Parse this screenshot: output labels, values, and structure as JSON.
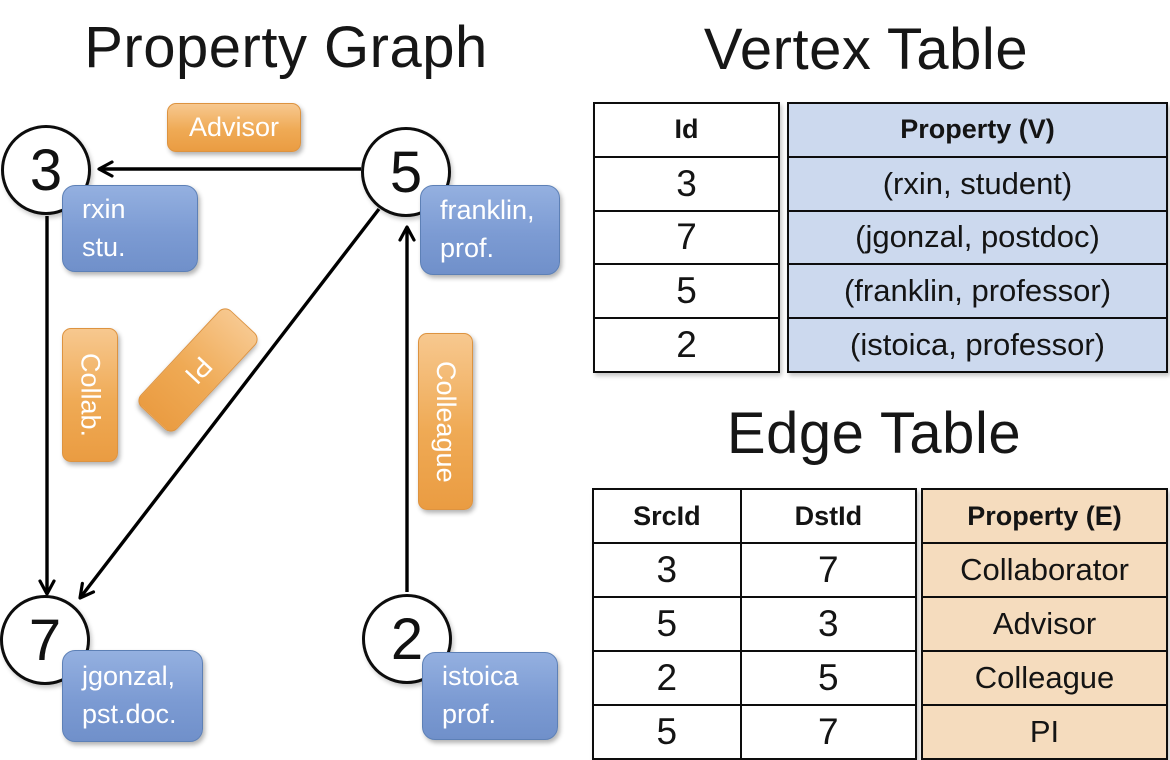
{
  "titles": {
    "graph": "Property Graph",
    "vertex_table": "Vertex Table",
    "edge_table": "Edge Table"
  },
  "graph": {
    "nodes": [
      {
        "id": "3",
        "prop_line1": "rxin",
        "prop_line2": "stu."
      },
      {
        "id": "5",
        "prop_line1": "franklin,",
        "prop_line2": "prof."
      },
      {
        "id": "7",
        "prop_line1": "jgonzal,",
        "prop_line2": "pst.doc."
      },
      {
        "id": "2",
        "prop_line1": "istoica",
        "prop_line2": "prof."
      }
    ],
    "edge_labels": {
      "advisor": "Advisor",
      "collab": "Collab.",
      "pi": "PI",
      "colleague": "Colleague"
    },
    "edges": [
      {
        "src": "5",
        "dst": "3",
        "label": "Advisor"
      },
      {
        "src": "3",
        "dst": "7",
        "label": "Collab."
      },
      {
        "src": "5",
        "dst": "7",
        "label": "PI"
      },
      {
        "src": "2",
        "dst": "5",
        "label": "Colleague"
      }
    ]
  },
  "vertex_table": {
    "headers": {
      "id": "Id",
      "property": "Property (V)"
    },
    "rows": [
      {
        "id": "3",
        "property": "(rxin, student)"
      },
      {
        "id": "7",
        "property": "(jgonzal, postdoc)"
      },
      {
        "id": "5",
        "property": "(franklin, professor)"
      },
      {
        "id": "2",
        "property": "(istoica, professor)"
      }
    ]
  },
  "edge_table": {
    "headers": {
      "src": "SrcId",
      "dst": "DstId",
      "property": "Property (E)"
    },
    "rows": [
      {
        "src": "3",
        "dst": "7",
        "property": "Collaborator"
      },
      {
        "src": "5",
        "dst": "3",
        "property": "Advisor"
      },
      {
        "src": "2",
        "dst": "5",
        "property": "Colleague"
      },
      {
        "src": "5",
        "dst": "7",
        "property": "PI"
      }
    ]
  },
  "colors": {
    "vertex_property_fill": "#ccd9ee",
    "edge_property_fill": "#f5dcbe",
    "orange_label_top": "#f7c88f",
    "orange_label_bottom": "#ea9c42",
    "blue_box_top": "#94b0e0",
    "blue_box_bottom": "#7090ca",
    "line": "#000000"
  }
}
